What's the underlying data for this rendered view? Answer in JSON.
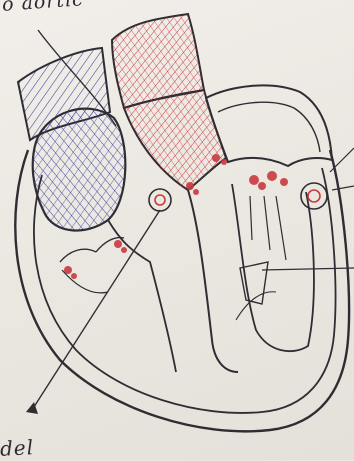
{
  "labels": {
    "top": "o aortic",
    "bottom": "del"
  },
  "colors": {
    "paper": "#ece8e3",
    "pencil": "#2f2d33",
    "blue_pen": "#3a3f9a",
    "red_pen": "#c83a3f"
  },
  "icons": [
    "valve-circle-icon",
    "leader-arrowhead-icon",
    "red-hatch-fill",
    "blue-hatch-fill"
  ]
}
